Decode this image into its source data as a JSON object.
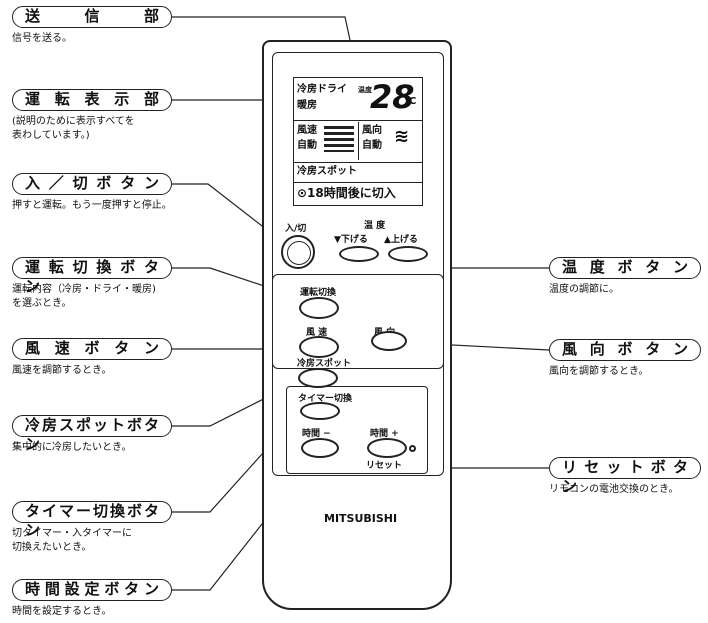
{
  "callouts": {
    "send": {
      "label": "送 信 部",
      "desc": "信号を送る。"
    },
    "display": {
      "label": "運 転 表 示 部",
      "desc": "(説明のために表示すべてを\n表わしています。)"
    },
    "power": {
      "label": "入 ／ 切 ボ タ ン",
      "desc": "押すと運転。もう一度押すと停止。"
    },
    "mode": {
      "label": "運 転 切 換 ボ タ ン",
      "desc": "運転内容（冷房・ドライ・暖房)\nを選ぶとき。"
    },
    "fan": {
      "label": "風 速 ボ タ ン",
      "desc": "風速を調節するとき。"
    },
    "spot": {
      "label": "冷房スポットボタン",
      "desc": "集中的に冷房したいとき。"
    },
    "timer_mode": {
      "label": "タイマー切換ボタン",
      "desc": "切タイマー・入タイマーに\n切換えたいとき。"
    },
    "time_set": {
      "label": "時間設定ボタン",
      "desc": "時間を設定するとき。"
    },
    "temp": {
      "label": "温 度 ボ タ ン",
      "desc": "温度の調節に。"
    },
    "direction": {
      "label": "風 向 ボ タ ン",
      "desc": "風向を調節するとき。"
    },
    "reset": {
      "label": "リ セ ッ ト ボ タ ン",
      "desc": "リモコンの電池交換のとき。"
    }
  },
  "remote": {
    "brand": "MITSUBISHI",
    "lcd": {
      "mode_cool_dry": "冷房ドライ",
      "mode_heat": "暖房",
      "temp_prefix": "温度",
      "temperature": "28",
      "unit": "°C",
      "fan_label": "風速",
      "fan_auto": "自動",
      "dir_label": "風向",
      "dir_auto": "自動",
      "spot": "冷房スポット",
      "timer": "⊙18時間後に切入"
    },
    "buttons": {
      "power": "入/切",
      "temp_title": "温 度",
      "temp_down": "▼下げる",
      "temp_up": "▲上げる",
      "mode": "運転切換",
      "fan": "風 速",
      "direction": "風 向",
      "spot": "冷房スポット",
      "timer_mode": "タイマー切換",
      "time_down": "時間 −",
      "time_up": "時間 +",
      "reset": "リセット"
    }
  }
}
